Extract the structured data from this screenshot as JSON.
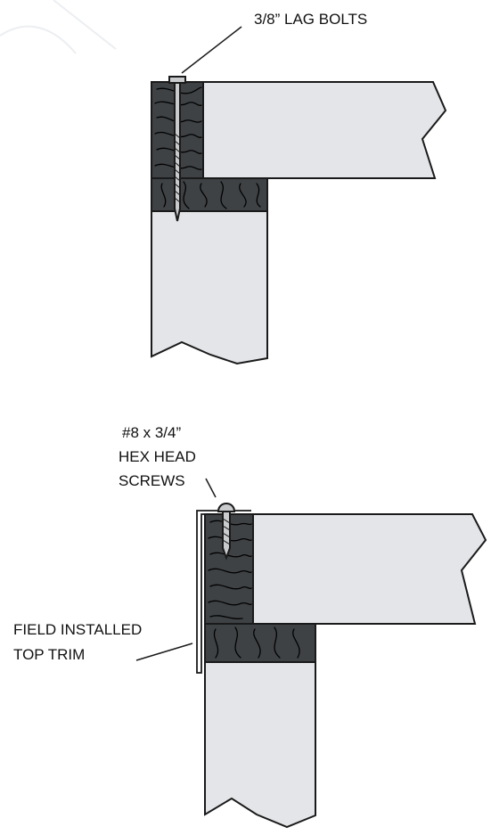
{
  "colors": {
    "panel_fill": "#e3e5e8",
    "blocking_fill": "#3f4245",
    "line_color": "#1a1a1a",
    "fastener_fill": "#c9cbcd",
    "watermark_color": "#eceef1"
  },
  "top_detail": {
    "bolt_label": "3/8” LAG BOLTS"
  },
  "bottom_detail": {
    "screw_label_lines": [
      "#8 x 3/4”",
      "HEX HEAD",
      "SCREWS"
    ],
    "trim_label_lines": [
      "FIELD INSTALLED",
      "TOP TRIM"
    ]
  }
}
